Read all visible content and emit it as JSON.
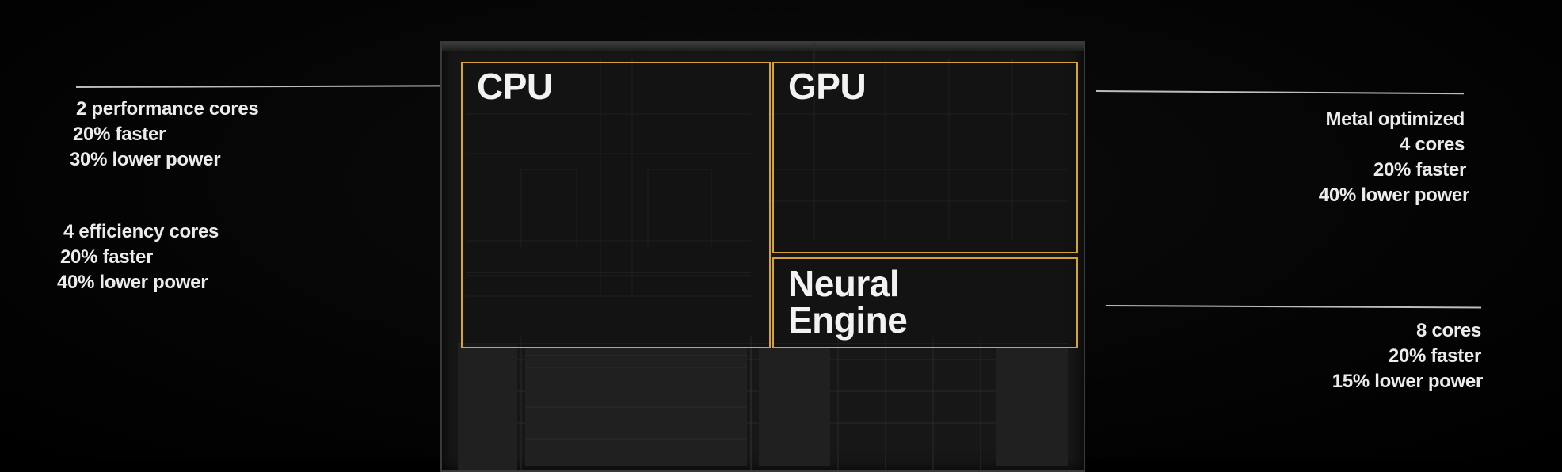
{
  "diagram": {
    "cpu": {
      "label": "CPU",
      "performance": [
        "2 performance cores",
        "20% faster",
        "30% lower power"
      ],
      "efficiency": [
        "4 efficiency cores",
        "20% faster",
        "40% lower power"
      ]
    },
    "gpu": {
      "label": "GPU",
      "specs": [
        "Metal optimized",
        "4 cores",
        "20% faster",
        "40% lower power"
      ]
    },
    "neural_engine": {
      "label": "Neural\nEngine",
      "specs": [
        "8 cores",
        "20% faster",
        "15% lower power"
      ]
    },
    "colors": {
      "accent": "#d6a23a",
      "text": "#ececec",
      "background": "#000000",
      "chip": "#171717"
    }
  }
}
